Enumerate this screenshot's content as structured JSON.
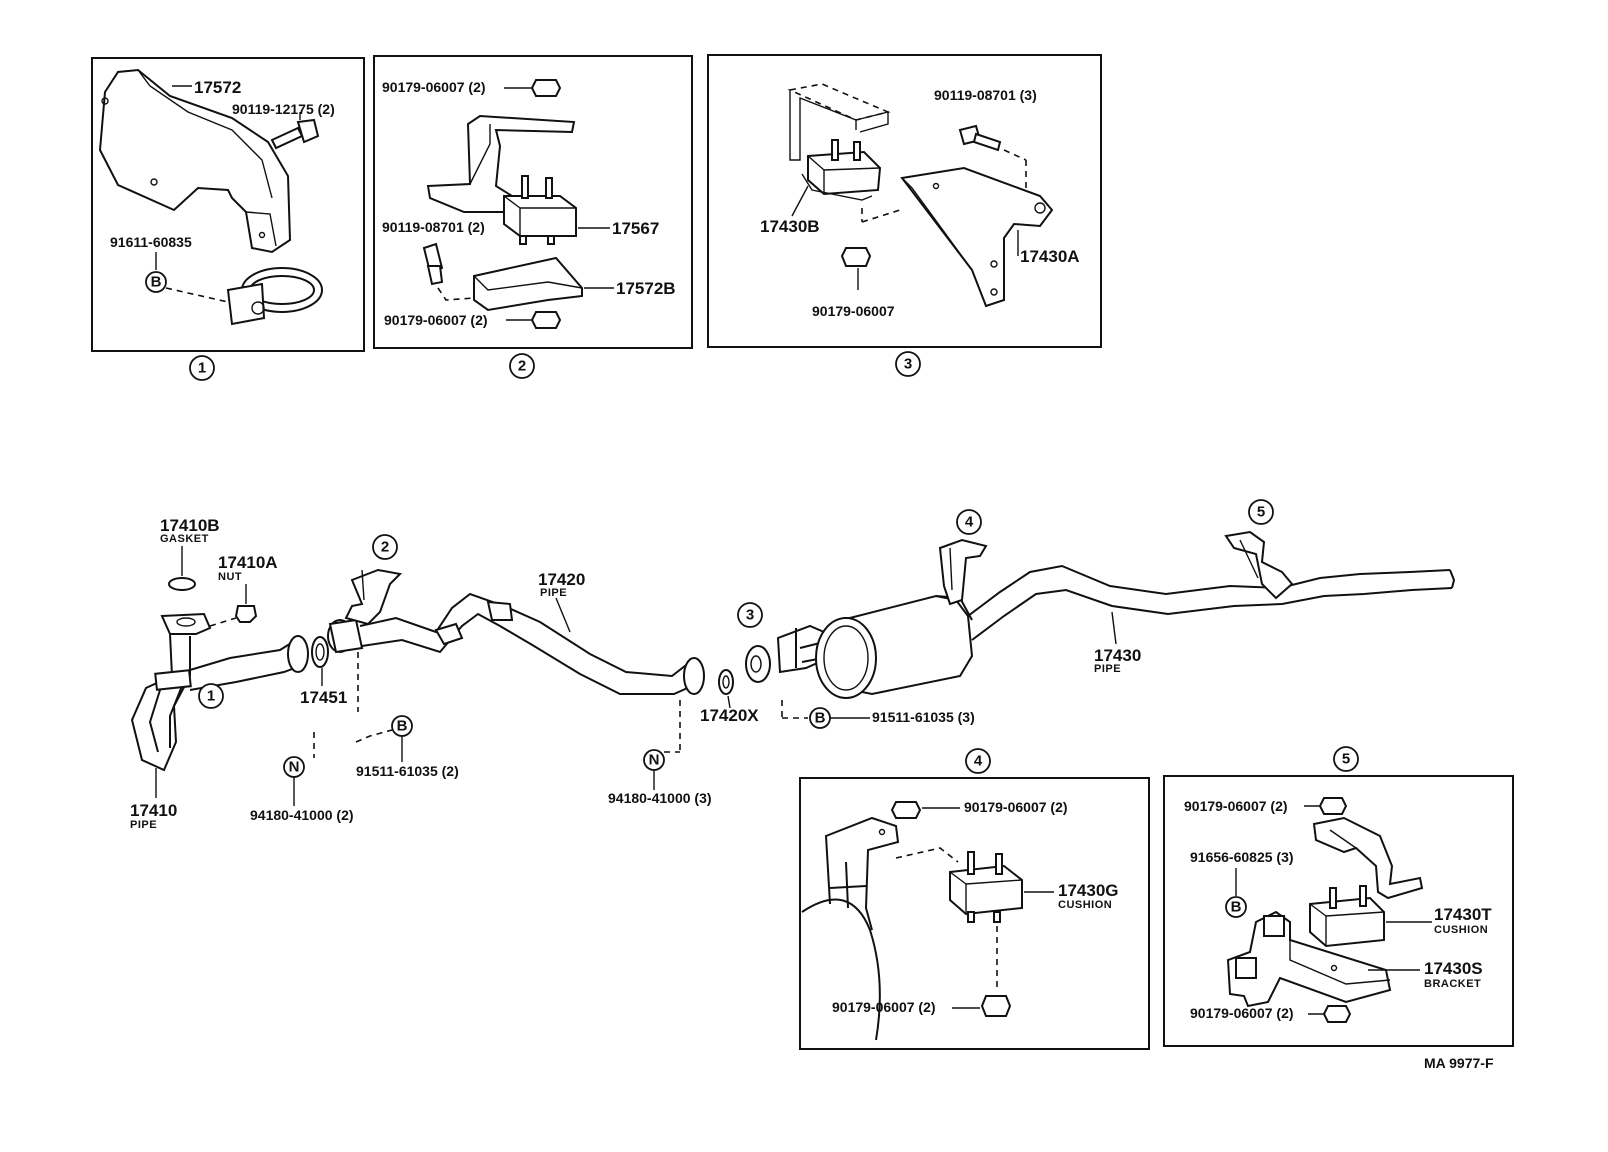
{
  "labels": {
    "p17572": "17572",
    "p90119_12175": "90119-12175 (2)",
    "p91611_60835": "91611-60835",
    "box1_circle_b": "B",
    "box1_num": "1",
    "box2_90179_top": "90179-06007 (2)",
    "box2_90119": "90119-08701 (2)",
    "box2_17567": "17567",
    "box2_17572B": "17572B",
    "box2_90179_bot": "90179-06007 (2)",
    "box2_num": "2",
    "box3_90119": "90119-08701 (3)",
    "box3_17430B": "17430B",
    "box3_17430A": "17430A",
    "box3_90179": "90179-06007",
    "box3_num": "3",
    "p17410B": "17410B",
    "p17410B_sub": "GASKET",
    "p17410A": "17410A",
    "p17410A_sub": "NUT",
    "p17410": "17410",
    "p17410_sub": "PIPE",
    "p17451": "17451",
    "main_callout1": "1",
    "main_callout2": "2",
    "n_left": "N",
    "n_left_label": "94180-41000 (2)",
    "b_left": "B",
    "b_left_label": "91511-61035 (2)",
    "p17420": "17420",
    "p17420_sub": "PIPE",
    "n_mid": "N",
    "n_mid_label": "94180-41000 (3)",
    "main_callout3": "3",
    "p17420X": "17420X",
    "b_mid": "B",
    "b_mid_label": "91511-61035 (3)",
    "main_callout4": "4",
    "main_callout5": "5",
    "p17430": "17430",
    "p17430_sub": "PIPE",
    "box4_num": "4",
    "box4_90179_top": "90179-06007 (2)",
    "box4_17430G": "17430G",
    "box4_17430G_sub": "CUSHION",
    "box4_90179_bot": "90179-06007 (2)",
    "box5_num": "5",
    "box5_90179_top": "90179-06007 (2)",
    "box5_91656": "91656-60825 (3)",
    "box5_circle_b": "B",
    "box5_17430T": "17430T",
    "box5_17430T_sub": "CUSHION",
    "box5_17430S": "17430S",
    "box5_17430S_sub": "BRACKET",
    "box5_90179_bot": "90179-06007 (2)",
    "figure_code": "MA 9977-F"
  }
}
